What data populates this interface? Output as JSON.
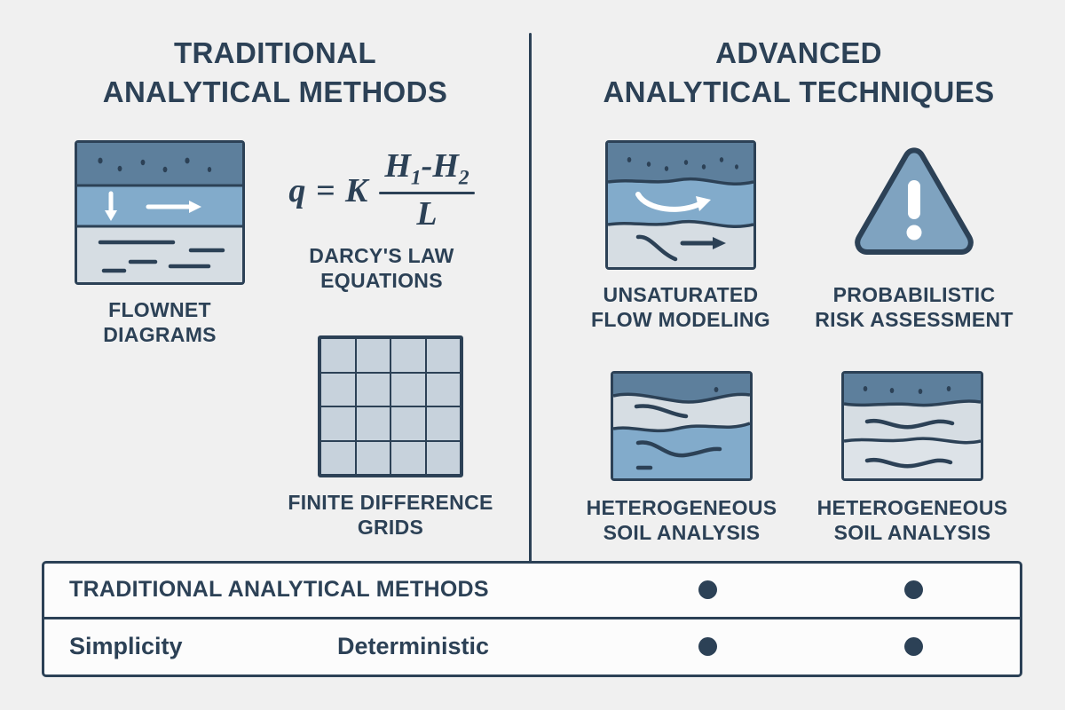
{
  "background_color": "#f0f0f0",
  "palette": {
    "ink": "#2c4156",
    "dark_soil": "#5d7f9c",
    "mid_soil": "#82abcb",
    "light_soil": "#d6dde3",
    "grid_cell": "#c7d2dc",
    "white": "#ffffff"
  },
  "columns": {
    "left": {
      "title_line1": "TRADITIONAL",
      "title_line2": "ANALYTICAL METHODS",
      "items": [
        {
          "icon": "soil-profile-flownet-icon",
          "caption_line1": "FLOWNET",
          "caption_line2": "DIAGRAMS"
        },
        {
          "icon": "darcy-equation-icon",
          "equation": {
            "lhs": "q = K",
            "numerator": "H1-H2",
            "denominator": "L",
            "numerator_h1": "H",
            "numerator_h1_sub": "1",
            "numerator_minus": "-",
            "numerator_h2": "H",
            "numerator_h2_sub": "2"
          },
          "caption_line1": "DARCY'S LAW",
          "caption_line2": "EQUATIONS"
        },
        {
          "icon": "finite-difference-grid-icon",
          "grid_rows": 4,
          "grid_cols": 4,
          "caption_line1": "FINITE DIFFERENCE",
          "caption_line2": "GRIDS"
        }
      ]
    },
    "right": {
      "title_line1": "ADVANCED",
      "title_line2": "ANALYTICAL TECHNIQUES",
      "items": [
        {
          "icon": "unsaturated-flow-icon",
          "caption_line1": "UNSATURATED",
          "caption_line2": "FLOW MODELING"
        },
        {
          "icon": "warning-triangle-icon",
          "caption_line1": "PROBABILISTIC",
          "caption_line2": "RISK ASSESSMENT"
        },
        {
          "icon": "heterogeneous-soil-icon",
          "caption_line1": "HETEROGENEOUS",
          "caption_line2": "SOIL ANALYSIS"
        },
        {
          "icon": "heterogeneous-soil-layers-icon",
          "caption_line1": "HETEROGENEOUS",
          "caption_line2": "SOIL ANALYSIS"
        }
      ]
    }
  },
  "comparison_table": {
    "rows": [
      {
        "col1": "TRADITIONAL ANALYTICAL METHODS",
        "col2": "",
        "marker3": "●",
        "marker4": "●"
      },
      {
        "col1": "Simplicity",
        "col2": "Deterministic",
        "marker3": "●",
        "marker4": "●"
      }
    ]
  }
}
